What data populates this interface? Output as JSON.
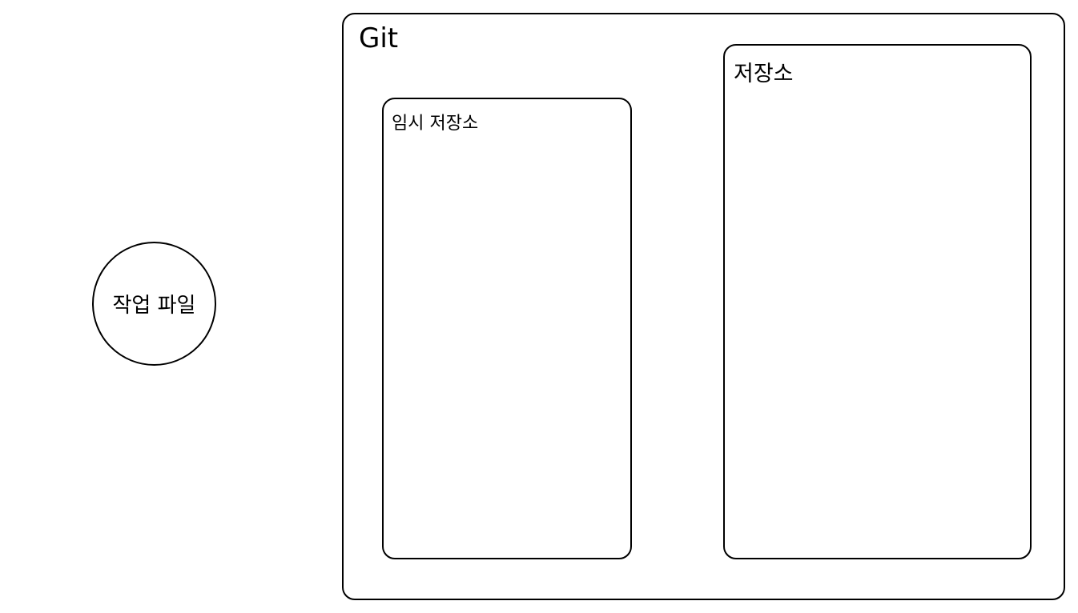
{
  "working_files": {
    "label": "작업 파일"
  },
  "git": {
    "title": "Git",
    "staging_area": {
      "title": "임시 저장소"
    },
    "repository": {
      "title": "저장소"
    }
  }
}
